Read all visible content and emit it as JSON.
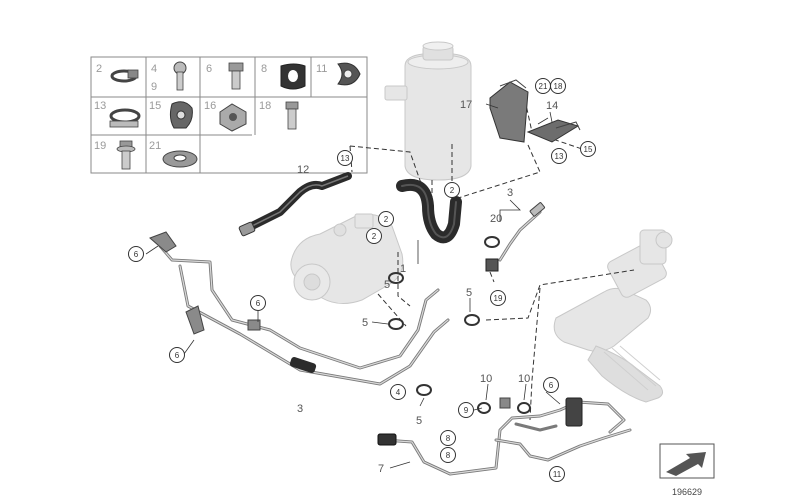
{
  "diagram_number": "196629",
  "legend_grid": [
    {
      "num": "2",
      "icon": "hose-clamp-icon"
    },
    {
      "num": "4",
      "icon": "banjo-bolt-icon"
    },
    {
      "num": "6",
      "icon": "hex-bolt-icon"
    },
    {
      "num": "8",
      "icon": "rubber-grommet-icon"
    },
    {
      "num": "11",
      "icon": "pipe-clip-icon"
    },
    {
      "num": "9",
      "icon": "banjo-bolt-icon"
    },
    {
      "num": "13",
      "icon": "hose-clamp-icon"
    },
    {
      "num": "15",
      "icon": "bracket-clip-icon"
    },
    {
      "num": "16",
      "icon": "hex-nut-icon"
    },
    {
      "num": "18",
      "icon": "hex-bolt-icon"
    },
    {
      "num": "19",
      "icon": "flange-bolt-icon"
    },
    {
      "num": "21",
      "icon": "washer-icon"
    }
  ],
  "part_labels": [
    {
      "text": "12",
      "ref": "suction-hose"
    },
    {
      "text": "17",
      "ref": "reservoir-bracket"
    },
    {
      "text": "14",
      "ref": "bracket-plate"
    },
    {
      "text": "1",
      "ref": "return-hose"
    },
    {
      "text": "3",
      "ref": "pressure-line-top"
    },
    {
      "text": "20",
      "ref": "line-bracket"
    },
    {
      "text": "5",
      "ref": "o-ring-upper"
    },
    {
      "text": "5",
      "ref": "o-ring-mid"
    },
    {
      "text": "5",
      "ref": "o-ring-right"
    },
    {
      "text": "5",
      "ref": "o-ring-lower"
    },
    {
      "text": "3",
      "ref": "pressure-line-main"
    },
    {
      "text": "10",
      "ref": "seal-ring-left"
    },
    {
      "text": "10",
      "ref": "seal-ring-right"
    },
    {
      "text": "7",
      "ref": "return-line"
    }
  ],
  "callouts": [
    {
      "text": "21"
    },
    {
      "text": "18"
    },
    {
      "text": "13"
    },
    {
      "text": "15"
    },
    {
      "text": "13"
    },
    {
      "text": "2"
    },
    {
      "text": "2"
    },
    {
      "text": "2"
    },
    {
      "text": "6"
    },
    {
      "text": "6"
    },
    {
      "text": "6"
    },
    {
      "text": "6"
    },
    {
      "text": "19"
    },
    {
      "text": "4"
    },
    {
      "text": "9"
    },
    {
      "text": "8"
    },
    {
      "text": "8"
    },
    {
      "text": "11"
    }
  ]
}
